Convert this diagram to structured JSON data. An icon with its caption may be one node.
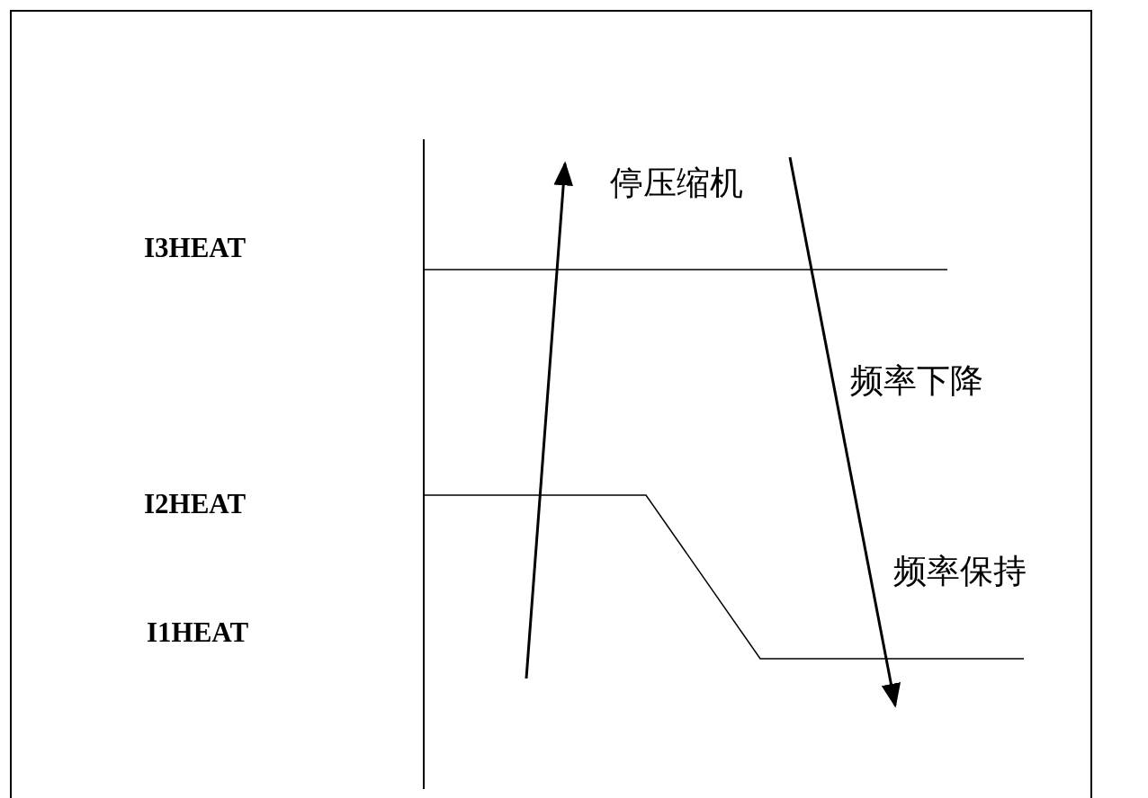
{
  "diagram": {
    "labels": [
      "停压缩机",
      "I3HEAT",
      "频率下降",
      "I2HEAT",
      "频率保持",
      "I1HEAT"
    ]
  }
}
